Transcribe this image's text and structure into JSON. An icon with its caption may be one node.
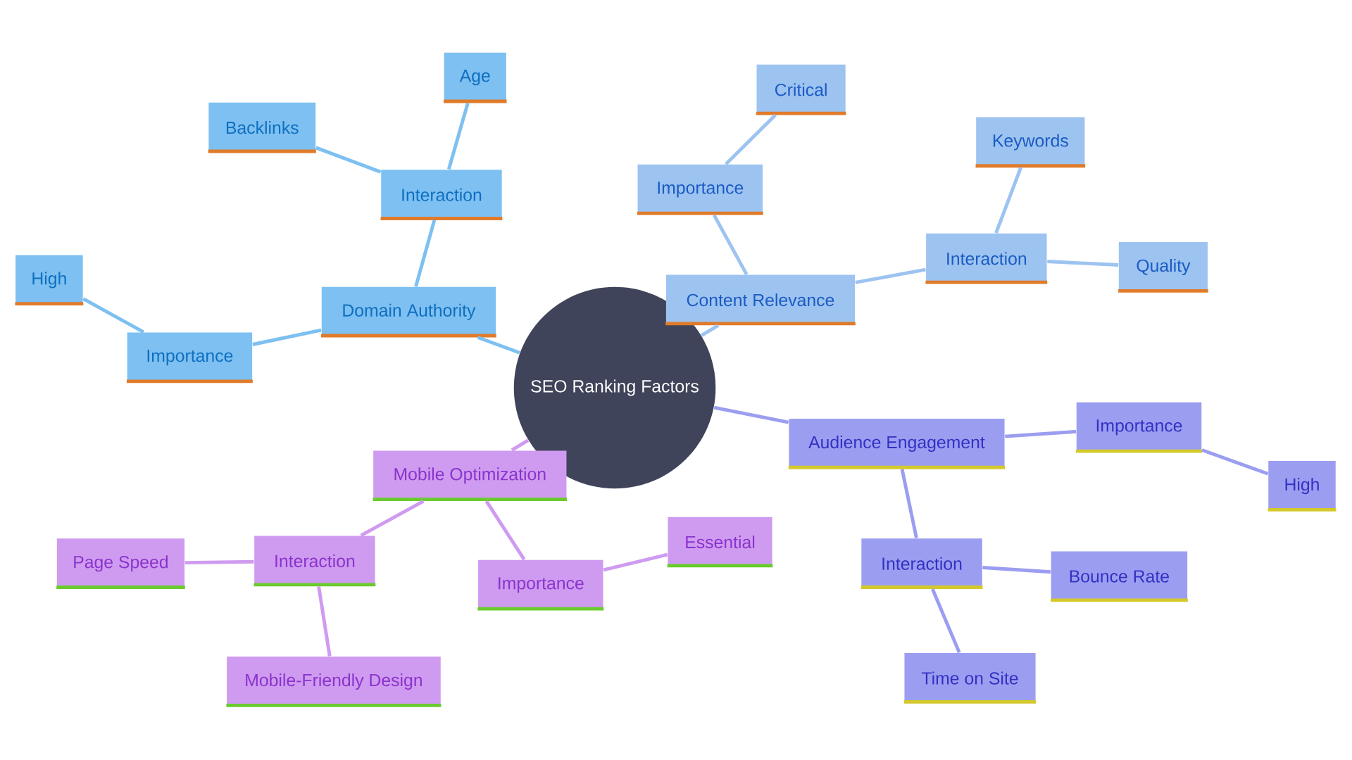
{
  "diagram": {
    "nodes": [
      {
        "text": [
          "SEO Ranking Factors"
        ]
      },
      {
        "text": [
          "Domain Authority"
        ]
      },
      {
        "text": [
          "Interaction"
        ]
      },
      {
        "text": [
          "Age"
        ]
      },
      {
        "text": [
          "Backlinks"
        ]
      },
      {
        "text": [
          "Importance"
        ]
      },
      {
        "text": [
          "High"
        ]
      },
      {
        "text": [
          "Content Relevance"
        ]
      },
      {
        "text": [
          "Importance"
        ]
      },
      {
        "text": [
          "Critical"
        ]
      },
      {
        "text": [
          "Interaction"
        ]
      },
      {
        "text": [
          "Keywords"
        ]
      },
      {
        "text": [
          "Quality"
        ]
      },
      {
        "text": [
          "Audience Engagement"
        ]
      },
      {
        "text": [
          "Importance"
        ]
      },
      {
        "text": [
          "High"
        ]
      },
      {
        "text": [
          "Interaction"
        ]
      },
      {
        "text": [
          "Bounce Rate"
        ]
      },
      {
        "text": [
          "Time on Site"
        ]
      },
      {
        "text": [
          "Mobile Optimization"
        ]
      },
      {
        "text": [
          "Interaction"
        ]
      },
      {
        "text": [
          "Page Speed"
        ]
      },
      {
        "text": [
          "Mobile-Friendly Design"
        ]
      },
      {
        "text": [
          "Importance"
        ]
      },
      {
        "text": [
          "Essential"
        ]
      }
    ],
    "edges": [
      {
        "from": 0,
        "to": 1,
        "arrow": "none",
        "color": "#7dc0f1"
      },
      {
        "from": 1,
        "to": 2,
        "arrow": "none",
        "color": "#7dc0f1"
      },
      {
        "from": 2,
        "to": 3,
        "arrow": "none",
        "color": "#7dc0f1"
      },
      {
        "from": 2,
        "to": 4,
        "arrow": "none",
        "color": "#7dc0f1"
      },
      {
        "from": 1,
        "to": 5,
        "arrow": "none",
        "color": "#7dc0f1"
      },
      {
        "from": 5,
        "to": 6,
        "arrow": "none",
        "color": "#7dc0f1"
      },
      {
        "from": 0,
        "to": 7,
        "arrow": "none",
        "color": "#9dc3f0"
      },
      {
        "from": 7,
        "to": 8,
        "arrow": "none",
        "color": "#9dc3f0"
      },
      {
        "from": 8,
        "to": 9,
        "arrow": "none",
        "color": "#9dc3f0"
      },
      {
        "from": 7,
        "to": 10,
        "arrow": "none",
        "color": "#9dc3f0"
      },
      {
        "from": 10,
        "to": 11,
        "arrow": "none",
        "color": "#9dc3f0"
      },
      {
        "from": 10,
        "to": 12,
        "arrow": "none",
        "color": "#9dc3f0"
      },
      {
        "from": 0,
        "to": 13,
        "arrow": "none",
        "color": "#9b9ef0"
      },
      {
        "from": 13,
        "to": 14,
        "arrow": "none",
        "color": "#9b9ef0"
      },
      {
        "from": 14,
        "to": 15,
        "arrow": "none",
        "color": "#9b9ef0"
      },
      {
        "from": 13,
        "to": 16,
        "arrow": "none",
        "color": "#9b9ef0"
      },
      {
        "from": 16,
        "to": 17,
        "arrow": "none",
        "color": "#9b9ef0"
      },
      {
        "from": 16,
        "to": 18,
        "arrow": "none",
        "color": "#9b9ef0"
      },
      {
        "from": 0,
        "to": 19,
        "arrow": "none",
        "color": "#cf9bf0"
      },
      {
        "from": 19,
        "to": 20,
        "arrow": "none",
        "color": "#cf9bf0"
      },
      {
        "from": 20,
        "to": 21,
        "arrow": "none",
        "color": "#cf9bf0"
      },
      {
        "from": 20,
        "to": 22,
        "arrow": "none",
        "color": "#cf9bf0"
      },
      {
        "from": 19,
        "to": 23,
        "arrow": "none",
        "color": "#cf9bf0"
      },
      {
        "from": 23,
        "to": 24,
        "arrow": "none",
        "color": "#cf9bf0"
      }
    ]
  }
}
